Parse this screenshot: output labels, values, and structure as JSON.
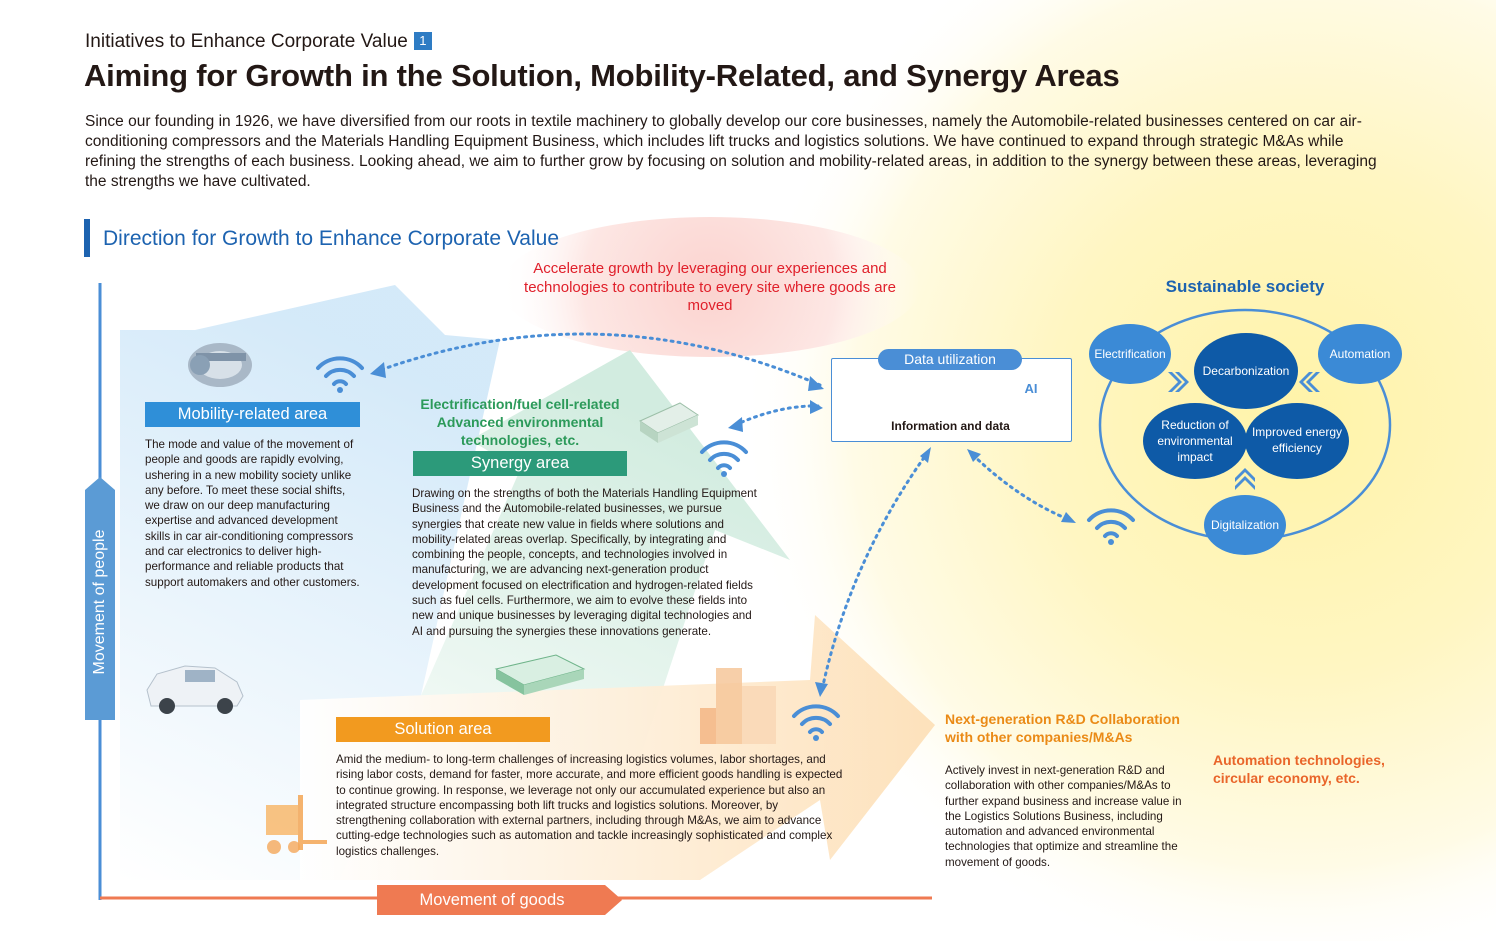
{
  "header": {
    "kicker": "Initiatives to Enhance Corporate Value",
    "kicker_badge": "1",
    "title": "Aiming for Growth in the Solution, Mobility-Related, and Synergy Areas",
    "intro": "Since our founding in 1926, we have diversified from our roots in textile machinery to globally develop our core businesses, namely the Automobile-related businesses centered on car air-conditioning compressors and the Materials Handling Equipment Business, which includes lift trucks and logistics solutions. We have continued to expand through strategic M&As while refining the strengths of each business. Looking ahead, we aim to further grow by focusing on solution and mobility-related areas, in addition to the synergy between these areas, leveraging the strengths we have cultivated."
  },
  "section": {
    "title": "Direction for Growth to Enhance Corporate Value"
  },
  "accelerate_text": "Accelerate growth by leveraging our experiences and technologies to contribute to every site where goods are moved",
  "mobility": {
    "heading": "Mobility-related area",
    "body": "The mode and value of the movement of people and goods are rapidly evolving, ushering in a new mobility society unlike any before. To meet these social shifts, we draw on our deep manufacturing expertise and advanced development skills in car air-conditioning compressors and car electronics to deliver high-performance and reliable products that support automakers and other customers."
  },
  "synergy": {
    "tech_heading": "Electrification/fuel cell-related Advanced environmental technologies, etc.",
    "heading": "Synergy area",
    "body": "Drawing on the strengths of both the Materials Handling Equipment Business and the Automobile-related businesses, we pursue synergies that create new value in fields where solutions and mobility-related areas overlap. Specifically, by integrating and combining the people, concepts, and technologies involved in manufacturing, we are advancing next-generation product development focused on electrification and hydrogen-related fields such as fuel cells. Furthermore, we aim to evolve these fields into new and unique businesses by leveraging digital technologies and AI and pursuing the synergies these innovations generate."
  },
  "solution": {
    "heading": "Solution area",
    "body": "Amid the medium- to long-term challenges of increasing logistics volumes, labor shortages, and rising labor costs, demand for faster, more accurate, and more efficient goods handling is expected to continue growing. In response, we leverage not only our accumulated experience but also an integrated structure encompassing both lift trucks and logistics solutions. Moreover, by strengthening collaboration with external partners, including through M&As, we aim to advance cutting-edge technologies such as automation and tackle increasingly sophisticated and complex logistics challenges."
  },
  "next_gen": {
    "heading": "Next-generation R&D Collaboration with other companies/M&As",
    "body": "Actively invest in next-generation R&D and collaboration with other companies/M&As to further expand business and increase value in the Logistics Solutions Business, including automation and advanced environmental technologies that optimize and streamline the movement of goods."
  },
  "automation_tech": "Automation technologies, circular economy, etc.",
  "info": {
    "tab": "Data utilization",
    "label": "Information and data",
    "ai": "AI"
  },
  "sustainable": {
    "title": "Sustainable society",
    "items": {
      "electrification": "Electrification",
      "automation": "Automation",
      "decarbonization": "Decarbonization",
      "reduction": "Reduction of environmental impact",
      "energy": "Improved energy efficiency",
      "digitalization": "Digitalization"
    }
  },
  "axes": {
    "people": "Movement of people",
    "goods": "Movement of goods"
  },
  "colors": {
    "blue": "#1d63b0",
    "mobility": "#2f8fd8",
    "synergy": "#2c9a7a",
    "solution": "#f29a1f",
    "accent_red": "#e0202b",
    "axis_orange": "#ef7a52"
  }
}
